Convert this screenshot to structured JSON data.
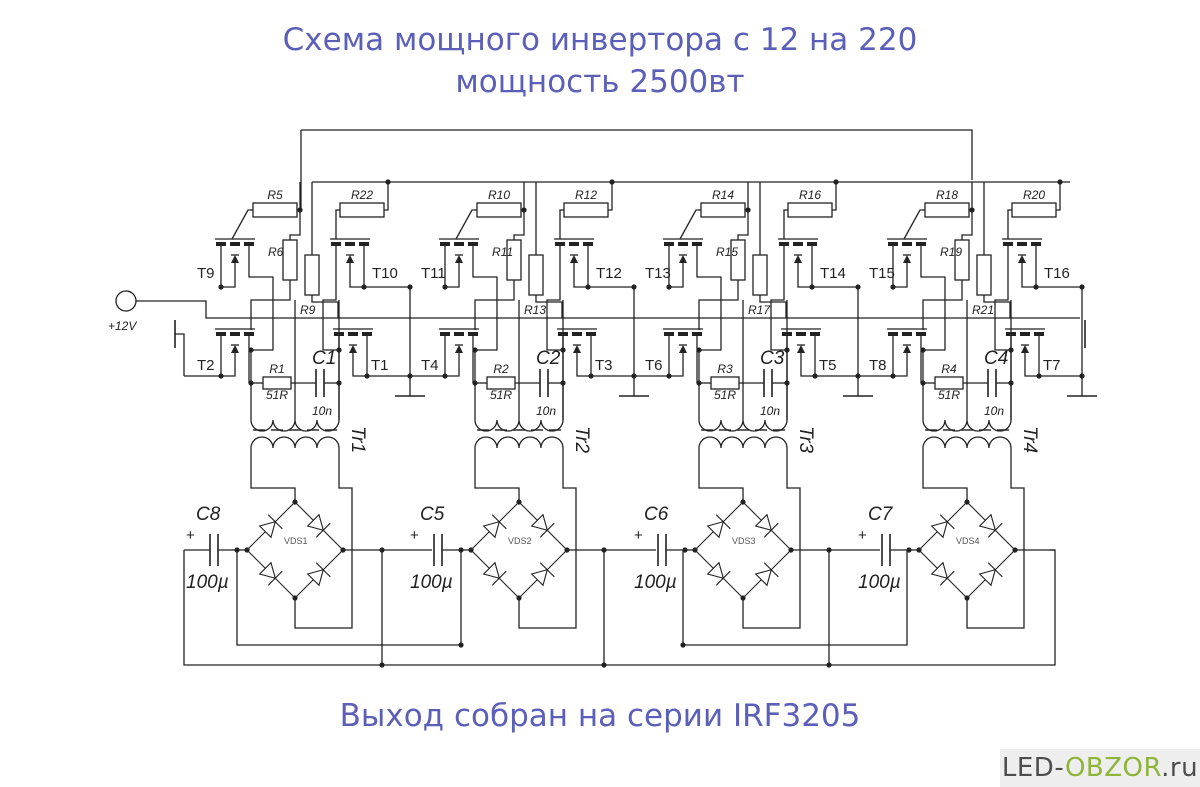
{
  "header": {
    "title_line1": "Схема мощного инвертора с 12 на 220",
    "title_line2": "мощность 2500вт"
  },
  "footer": {
    "caption": "Выход собран на серии IRF3205",
    "logo": {
      "part1": "LED-",
      "part2": "OBZOR",
      "part3": ".ru",
      "accent_color": "#8fb43a",
      "text_color": "#4d4d4d"
    }
  },
  "colors": {
    "title": "#5b5fb8",
    "wire": "#222222"
  },
  "schematic": {
    "input_label": "+12V",
    "stages": [
      {
        "upper_left_t": "T9",
        "upper_right_t": "T10",
        "lower_left_t": "T2",
        "lower_right_t": "T1",
        "gate_res_ul": "R5",
        "gate_res_ur": "R22",
        "vert_res_l": "R6",
        "vert_res_r": "R9",
        "snubber_r": "R1",
        "snubber_r_val": "51R",
        "snubber_c": "C1",
        "snubber_c_val": "10n",
        "transformer": "Tr1",
        "bridge": "VDS1",
        "cap": "C8",
        "cap_val": "100µ"
      },
      {
        "upper_left_t": "T11",
        "upper_right_t": "T12",
        "lower_left_t": "T4",
        "lower_right_t": "T3",
        "gate_res_ul": "R10",
        "gate_res_ur": "R12",
        "vert_res_l": "R11",
        "vert_res_r": "R13",
        "snubber_r": "R2",
        "snubber_r_val": "51R",
        "snubber_c": "C2",
        "snubber_c_val": "10n",
        "transformer": "Tr2",
        "bridge": "VDS2",
        "cap": "C5",
        "cap_val": "100µ"
      },
      {
        "upper_left_t": "T13",
        "upper_right_t": "T14",
        "lower_left_t": "T6",
        "lower_right_t": "T5",
        "gate_res_ul": "R14",
        "gate_res_ur": "R16",
        "vert_res_l": "R15",
        "vert_res_r": "R17",
        "snubber_r": "R3",
        "snubber_r_val": "51R",
        "snubber_c": "C3",
        "snubber_c_val": "10n",
        "transformer": "Tr3",
        "bridge": "VDS3",
        "cap": "C6",
        "cap_val": "100µ"
      },
      {
        "upper_left_t": "T15",
        "upper_right_t": "T16",
        "lower_left_t": "T8",
        "lower_right_t": "T7",
        "gate_res_ul": "R18",
        "gate_res_ur": "R20",
        "vert_res_l": "R19",
        "vert_res_r": "R21",
        "snubber_r": "R4",
        "snubber_r_val": "51R",
        "snubber_c": "C4",
        "snubber_c_val": "10n",
        "transformer": "Tr4",
        "bridge": "VDS4",
        "cap": "C7",
        "cap_val": "100µ"
      }
    ]
  }
}
